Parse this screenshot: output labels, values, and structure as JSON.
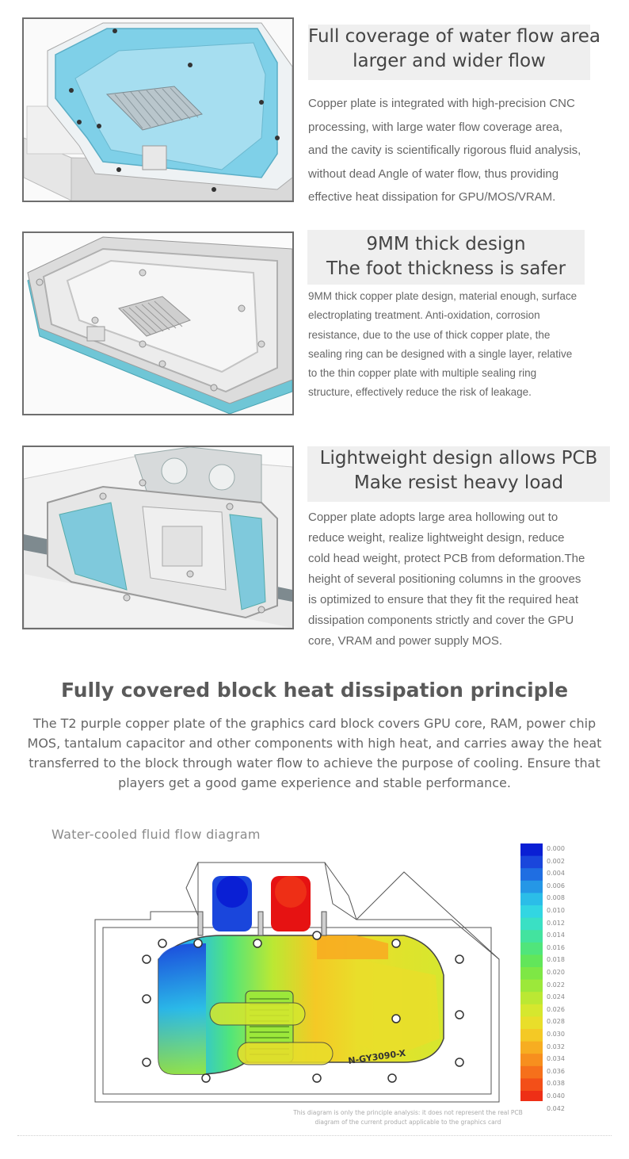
{
  "features": [
    {
      "title_lines": [
        "Full coverage of water flow area",
        "larger and wider flow"
      ],
      "body_lines": [
        "Copper plate is integrated with high-precision CNC",
        "processing, with large water flow coverage area,",
        "and the cavity is scientifically rigorous fluid analysis,",
        "without dead Angle of water flow, thus providing",
        "effective heat dissipation for GPU/MOS/VRAM."
      ]
    },
    {
      "title_lines": [
        "9MM thick design",
        "The foot thickness is safer"
      ],
      "body_lines": [
        "9MM thick copper plate design, material enough, surface",
        "electroplating treatment. Anti-oxidation, corrosion",
        "resistance, due to the use of thick copper plate, the",
        "sealing ring can be designed with a single layer, relative",
        "to the thin copper plate with multiple sealing ring",
        "structure, effectively reduce the risk of leakage."
      ]
    },
    {
      "title_lines": [
        "Lightweight design allows PCB",
        "Make resist heavy load"
      ],
      "body_lines": [
        "Copper plate adopts large area hollowing out to",
        "reduce weight, realize lightweight design, reduce",
        "cold head weight, protect PCB from deformation.The",
        "height of several positioning columns in the grooves",
        "is optimized to ensure that they fit the required heat",
        "dissipation components strictly and cover the GPU",
        "core, VRAM and power supply MOS."
      ]
    }
  ],
  "principle": {
    "heading": "Fully covered block heat dissipation principle",
    "desc_lines": [
      "The T2 purple copper plate of the graphics card block covers GPU core, RAM, power chip",
      "MOS, tantalum capacitor and other components with high heat, and carries away the heat",
      "transferred to the block through water flow to achieve the purpose of cooling. Ensure that",
      "players get a good game experience and stable performance."
    ]
  },
  "diagram": {
    "title": "Water-cooled fluid flow diagram",
    "block_label": "N-GY3090-X",
    "legend_values": [
      "0.000",
      "0.002",
      "0.004",
      "0.006",
      "0.008",
      "0.010",
      "0.012",
      "0.014",
      "0.016",
      "0.018",
      "0.020",
      "0.022",
      "0.024",
      "0.026",
      "0.028",
      "0.030",
      "0.032",
      "0.034",
      "0.036",
      "0.038",
      "0.040",
      "0.042"
    ],
    "legend_colors": [
      "#0a1fd4",
      "#1a46dc",
      "#1f6ee2",
      "#2597e6",
      "#2bbde8",
      "#32d6e2",
      "#3ae0c4",
      "#43e39f",
      "#50e57b",
      "#62e65a",
      "#7ee745",
      "#9ce83a",
      "#bbe833",
      "#d6e72e",
      "#e9de2a",
      "#f4c925",
      "#f7ad21",
      "#f78f1e",
      "#f6701b",
      "#f34f18",
      "#ee2f16",
      "#e61212"
    ],
    "footnote_lines": [
      "This diagram is only the principle analysis: it does not represent the real PCB",
      "diagram of the current product applicable to the graphics card"
    ]
  },
  "colors": {
    "water_blue": "#8fd3e6",
    "frame_gray": "#6e6e6e",
    "title_bg": "#efefef"
  }
}
